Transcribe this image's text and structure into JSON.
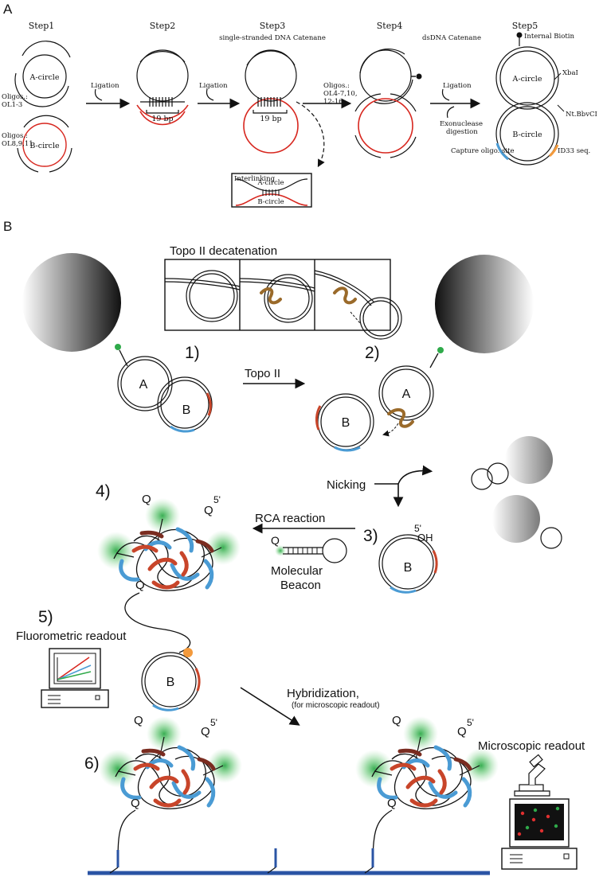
{
  "panelA": {
    "label": "A",
    "steps": [
      "Step1",
      "Step2",
      "Step3",
      "Step4",
      "Step5"
    ],
    "step3_subtitle": "single-stranded DNA Catenane",
    "step5_subtitle": "dsDNA Catenane",
    "oligos_a_line1": "Oligos.:",
    "oligos_a_line2": "OL1-3",
    "oligos_b_line1": "Oligos.:",
    "oligos_b_line2": "OL8,9,11",
    "a_circle": "A-circle",
    "b_circle": "B-circle",
    "ligation": "Ligation",
    "bp19": "19 bp",
    "oligos_step4_line1": "Oligos.:",
    "oligos_step4_line2": "OL4-7,10,",
    "oligos_step4_line3": "12-16",
    "exonuclease_line1": "Exonuclease",
    "exonuclease_line2": "digestion",
    "interlinking": "Interlinking",
    "internal_biotin": "Internal Biotin",
    "xbai": "XbaI",
    "nt_bbvci": "Nt.BbvCI",
    "capture_site": "Capture oligo. site",
    "id33": "ID33 seq."
  },
  "panelB": {
    "label": "B",
    "topo_box_title": "Topo II decatenation",
    "step1": "1)",
    "step2": "2)",
    "step3": "3)",
    "step4": "4)",
    "step5": "5)",
    "step6": "6)",
    "topo_ii": "Topo II",
    "circle_a": "A",
    "circle_b": "B",
    "nicking": "Nicking",
    "five_prime": "5'",
    "oh": "OH",
    "rca": "RCA reaction",
    "q": "Q",
    "molecular": "Molecular",
    "beacon": "Beacon",
    "fluorometric": "Fluorometric readout",
    "hybridization": "Hybridization,",
    "for_micro": "(for microscopic readout)",
    "microscopic": "Microscopic readout"
  },
  "colors": {
    "red_strand": "#d7261e",
    "blue_strand": "#4a9bd4",
    "rust_strand": "#c8452a",
    "enzyme": "#9a6a2a",
    "green_glow": "#2faa4a",
    "orange_dot": "#f39a3c",
    "surface": "#2a54a4"
  }
}
